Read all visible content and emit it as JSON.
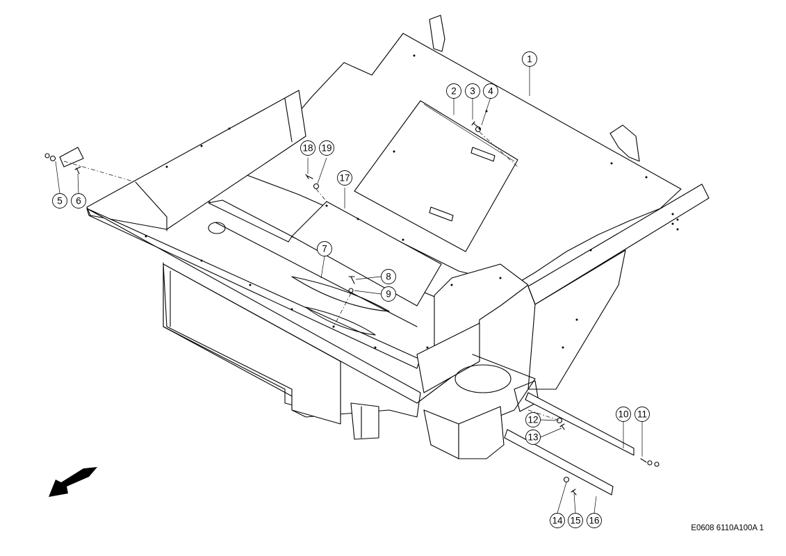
{
  "drawing_code": "E0608 6110A100A 1",
  "callouts": [
    {
      "label": "1"
    },
    {
      "label": "2"
    },
    {
      "label": "3"
    },
    {
      "label": "4"
    },
    {
      "label": "5"
    },
    {
      "label": "6"
    },
    {
      "label": "7"
    },
    {
      "label": "8"
    },
    {
      "label": "9"
    },
    {
      "label": "10"
    },
    {
      "label": "11"
    },
    {
      "label": "12"
    },
    {
      "label": "13"
    },
    {
      "label": "14"
    },
    {
      "label": "15"
    },
    {
      "label": "16"
    },
    {
      "label": "17"
    },
    {
      "label": "18"
    },
    {
      "label": "19"
    }
  ],
  "direction_arrow_icon": "arrow-down-left-icon"
}
